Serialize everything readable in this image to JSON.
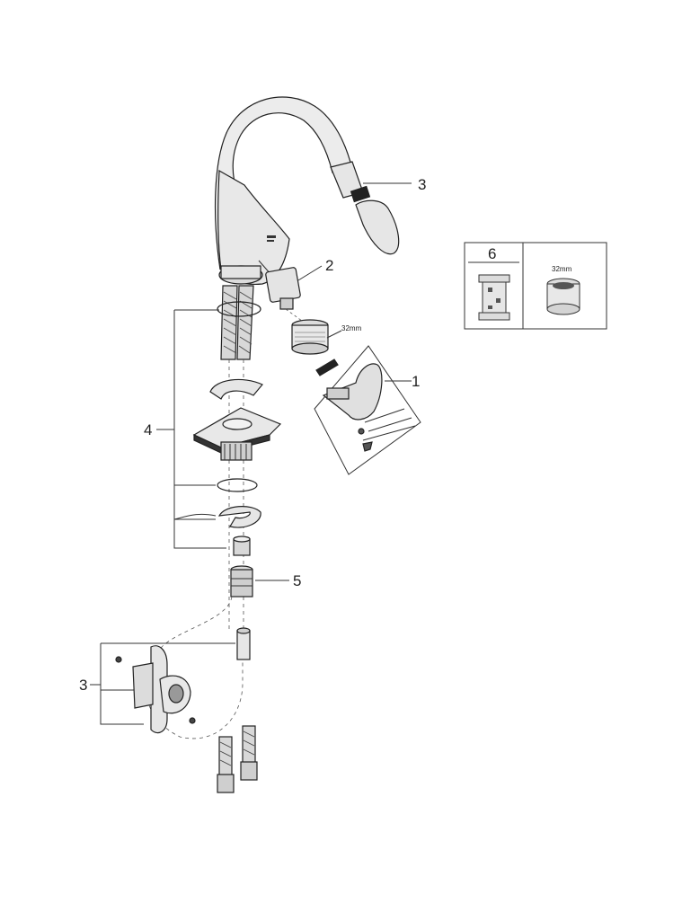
{
  "callouts": {
    "aerator_assembly": "1",
    "cartridge": "2",
    "spray_head": "3",
    "mounting_kit": "4",
    "hose_connector": "5",
    "wall_holder": "3"
  },
  "spare_box": {
    "tool_number": "6",
    "aerator_size": "32mm"
  },
  "aerator_size_label": "32mm",
  "colors": {
    "ink": "#222222",
    "part_fill": "#e6e6e6",
    "dark_fill": "#555555"
  }
}
